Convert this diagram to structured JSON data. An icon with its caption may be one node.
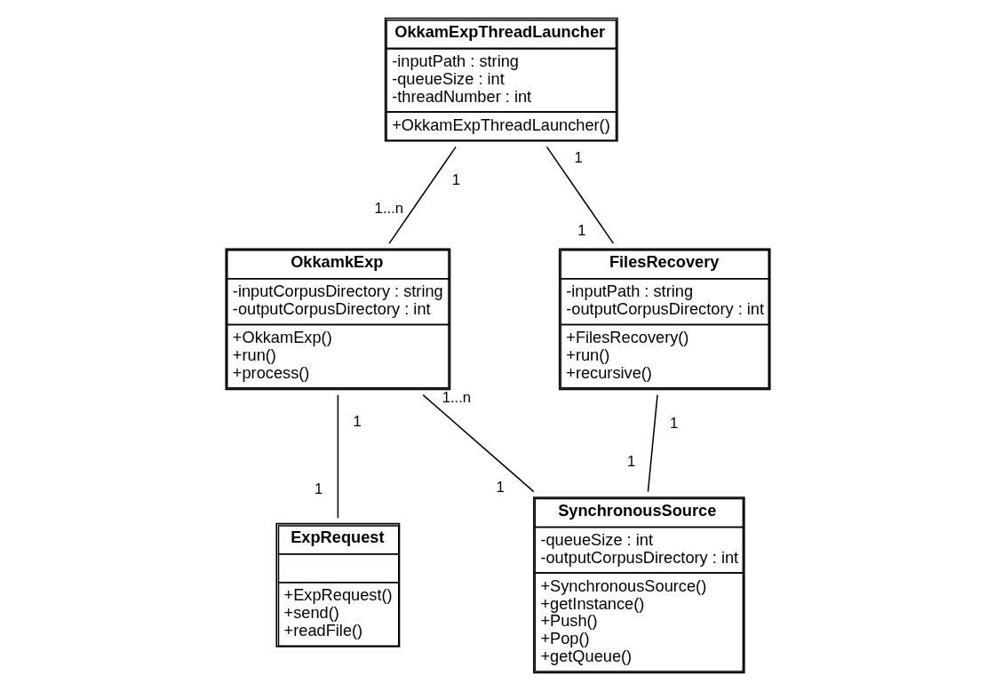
{
  "diagram": {
    "nodes": [
      {
        "text": [
          "OkkamExpThreadLauncher",
          "-inputPath : string",
          "-queueSize : int",
          "-threadNumber : int",
          "+OkkamExpThreadLauncher()"
        ]
      },
      {
        "text": [
          "OkkamkExp",
          "-inputCorpusDirectory : string",
          "-outputCorpusDirectory : int",
          "+OkkamExp()",
          "+run()",
          "+process()"
        ]
      },
      {
        "text": [
          "FilesRecovery",
          "-inputPath : string",
          "-outputCorpusDirectory : int",
          "+FilesRecovery()",
          "+run()",
          "+recursive()"
        ]
      },
      {
        "text": [
          "SynchronousSource",
          "-queueSize : int",
          "-outputCorpusDirectory : int",
          "+SynchronousSource()",
          "+getInstance()",
          "+Push()",
          "+Pop()",
          "+getQueue()"
        ]
      },
      {
        "text": [
          "ExpRequest",
          "+ExpRequest()",
          "+send()",
          "+readFile()"
        ]
      }
    ],
    "edges": [
      {
        "from": 0,
        "to": 1,
        "arrow": "none"
      },
      {
        "from": 0,
        "to": 2,
        "arrow": "none"
      },
      {
        "from": 1,
        "to": 3,
        "arrow": "none"
      },
      {
        "from": 2,
        "to": 3,
        "arrow": "none"
      },
      {
        "from": 1,
        "to": 4,
        "arrow": "none"
      }
    ],
    "labels": [
      "1",
      "1",
      "1...n",
      "1",
      "1...n",
      "1",
      "1",
      "1",
      "1",
      "1"
    ]
  }
}
